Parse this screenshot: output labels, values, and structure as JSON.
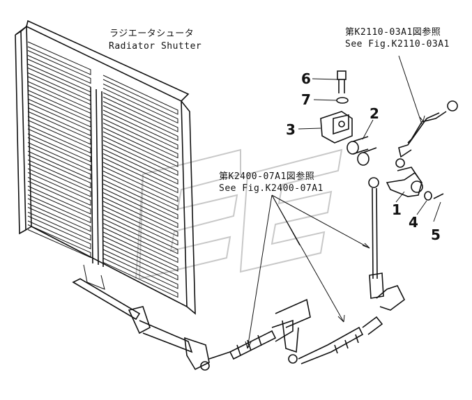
{
  "labels": {
    "shutter_jp": "ラジエータシュータ",
    "shutter_en": "Radiator Shutter",
    "ref1_jp": "第K2110-03A1図参照",
    "ref1_en": "See Fig.K2110-03A1",
    "ref2_jp": "第K2400-07A1図参照",
    "ref2_en": "See Fig.K2400-07A1"
  },
  "parts": [
    {
      "callout": "1"
    },
    {
      "callout": "2"
    },
    {
      "callout": "3"
    },
    {
      "callout": "4"
    },
    {
      "callout": "5"
    },
    {
      "callout": "6"
    },
    {
      "callout": "7"
    }
  ]
}
